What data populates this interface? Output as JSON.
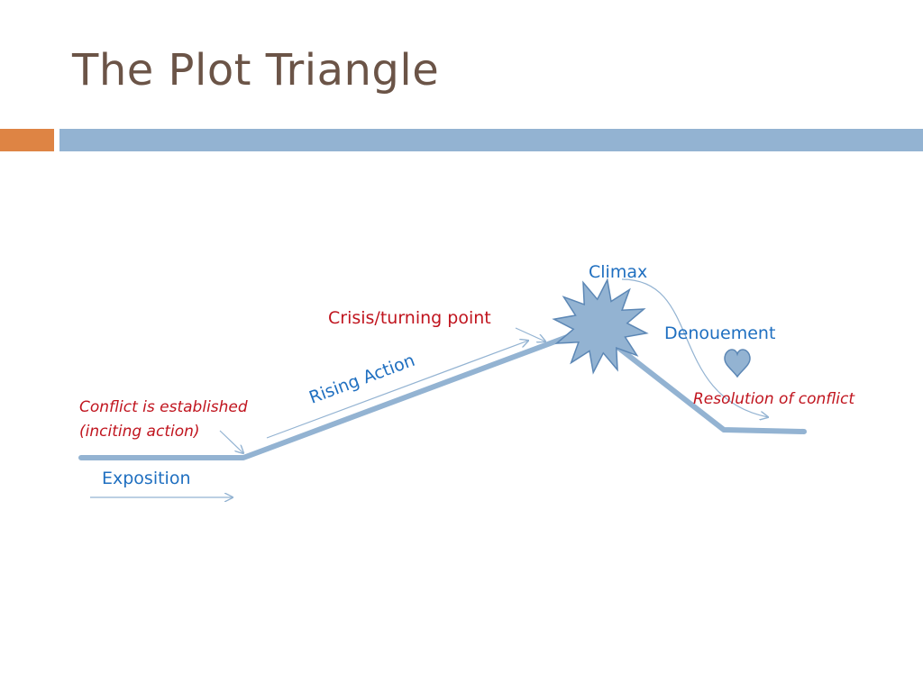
{
  "title": "The Plot Triangle",
  "labels": {
    "climax": "Climax",
    "crisis": "Crisis/turning point",
    "denouement": "Denouement",
    "rising_action": "Rising Action",
    "conflict_line1": "Conflict is established",
    "conflict_line2": "(inciting action)",
    "resolution": "Resolution of conflict",
    "exposition": "Exposition"
  },
  "icons": {
    "climax": "starburst-icon",
    "denouement": "heart-icon"
  },
  "colors": {
    "title": "#6b5447",
    "accent_orange": "#de8444",
    "accent_blue": "#93b3d2",
    "plot_line": "#93b3d2",
    "label_blue": "#1f6fc0",
    "label_red": "#c0141e"
  }
}
